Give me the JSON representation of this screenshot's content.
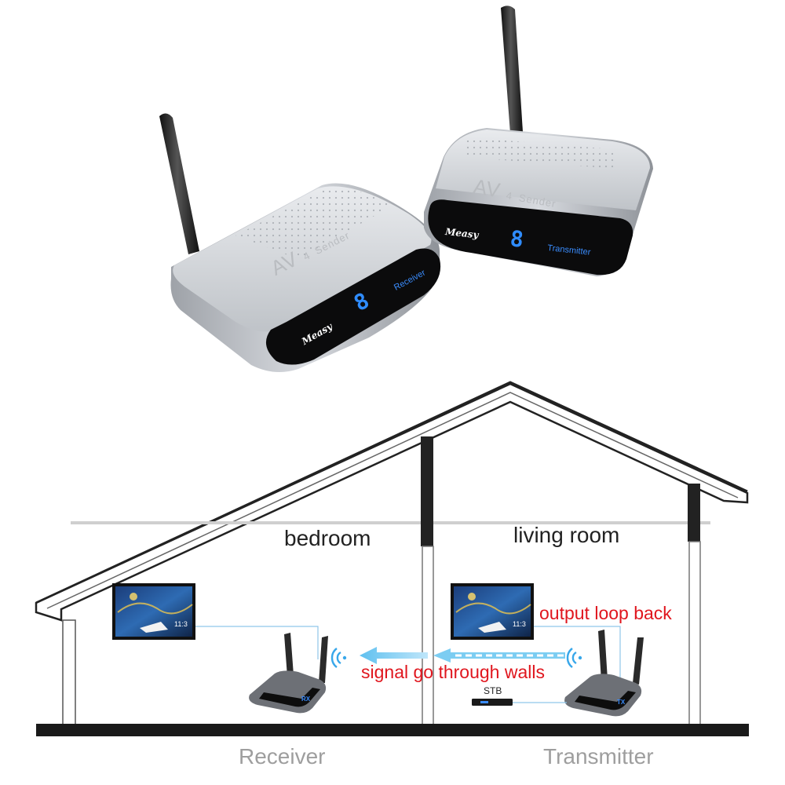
{
  "product": {
    "receiver_unit": {
      "brand": "Measy",
      "display_digit": "8",
      "label": "Receiver",
      "top_marking": "AV",
      "top_marking_small": "4",
      "top_marking_word": "Sender"
    },
    "transmitter_unit": {
      "brand": "Measy",
      "display_digit": "8",
      "label": "Transmitter",
      "top_marking": "AV",
      "top_marking_small": "4",
      "top_marking_word": "Sender"
    }
  },
  "diagram": {
    "room_left": "bedroom",
    "room_right": "living room",
    "loop_note": "output loop back",
    "signal_note": "signal go through walls",
    "stb_label": "STB",
    "tv_time": "11:3",
    "mini_rx_tag": "RX",
    "mini_tx_tag": "TX"
  },
  "captions": {
    "left": "Receiver",
    "right": "Transmitter"
  },
  "colors": {
    "accent_red": "#e0161e",
    "display_blue": "#2f8cff",
    "signal_blue": "#38a7ea",
    "caption_gray": "#9e9e9e"
  }
}
